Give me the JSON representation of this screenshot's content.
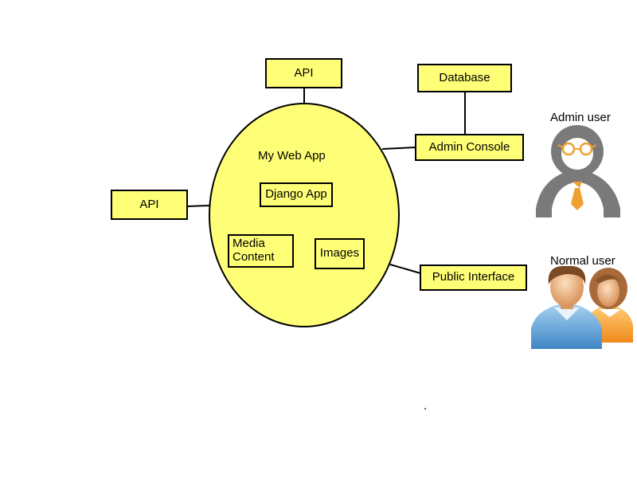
{
  "diagram": {
    "app_title": "My Web App",
    "django_app": "Django App",
    "media_content_line1": "Media",
    "media_content_line2": "Content",
    "images": "Images",
    "api_top": "API",
    "api_left": "API",
    "database": "Database",
    "admin_console": "Admin Console",
    "public_interface": "Public Interface",
    "admin_user_label": "Admin user",
    "normal_user_label": "Normal user"
  },
  "colors": {
    "box_fill": "#ffff77",
    "admin_icon": "#7a7a7a",
    "tie": "#f0a030"
  },
  "icons": {
    "admin": "admin-user-icon",
    "normal": "normal-users-icon"
  }
}
